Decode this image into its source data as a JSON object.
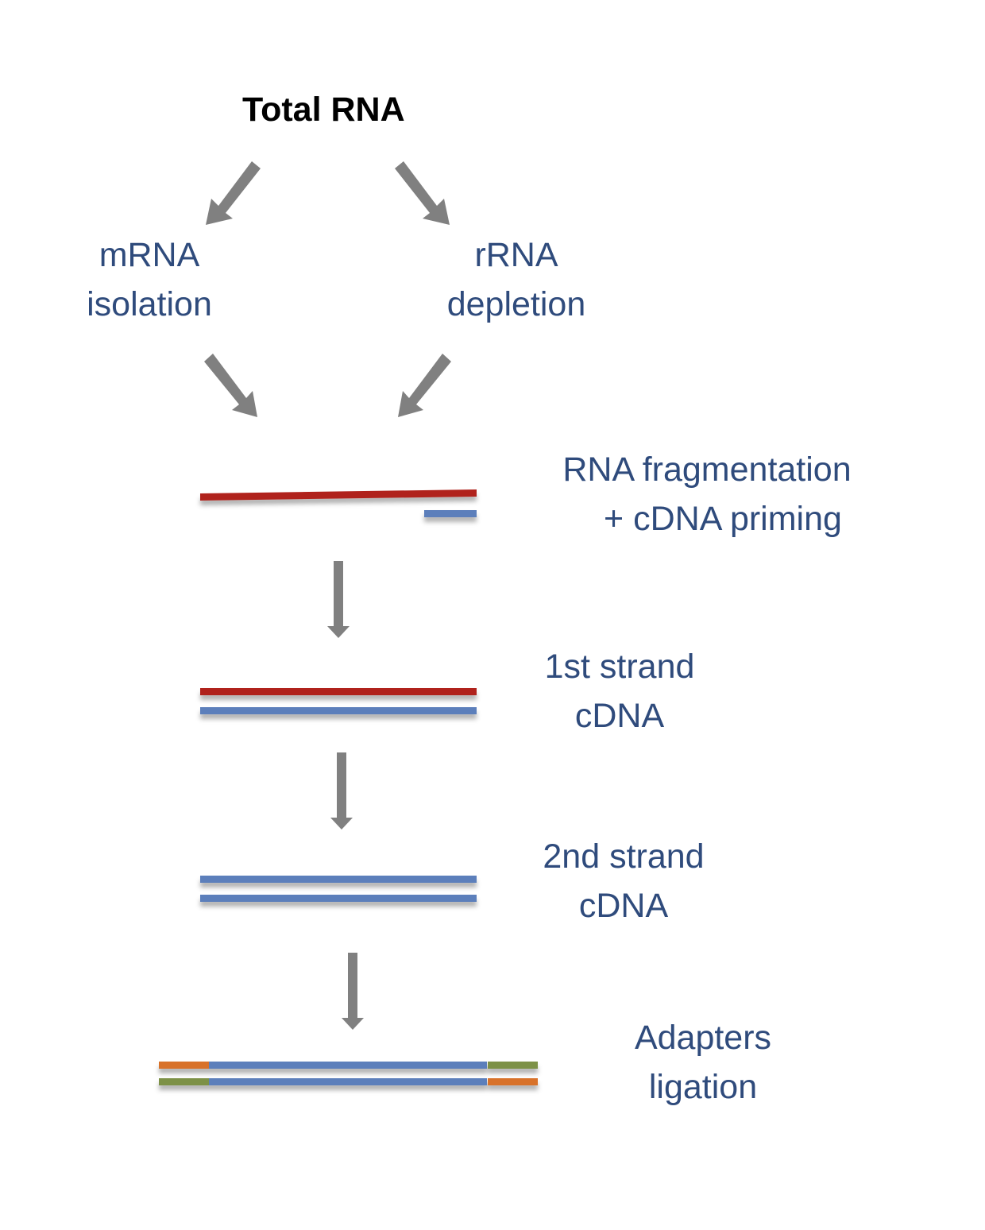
{
  "title": "Total RNA",
  "branches": {
    "left": {
      "line1": "mRNA",
      "line2": "isolation"
    },
    "right": {
      "line1": "rRNA",
      "line2": "depletion"
    }
  },
  "steps": [
    {
      "line1": "RNA fragmentation",
      "line2": "+ cDNA priming"
    },
    {
      "line1": "1st strand",
      "line2": "cDNA"
    },
    {
      "line1": "2nd strand",
      "line2": "cDNA"
    },
    {
      "line1": "Adapters",
      "line2": "ligation"
    }
  ],
  "colors": {
    "rna": "#b0231c",
    "cdna": "#5b7fbb",
    "adapter_orange": "#d8722c",
    "adapter_green": "#7d9146",
    "arrow": "#808080",
    "text": "#2f4b7c"
  }
}
